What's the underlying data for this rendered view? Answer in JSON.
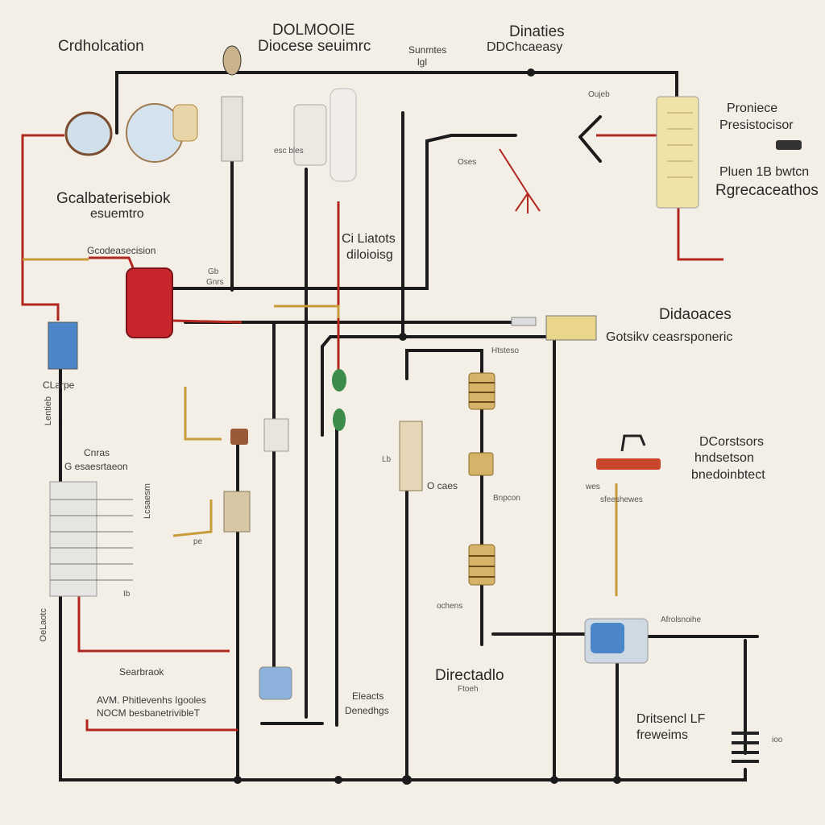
{
  "labels": {
    "top_left": "Crdholcation",
    "top_center_1": "DOLMOOIE",
    "top_center_2": "Diocese seuimrc",
    "top_small": "Sunmtes",
    "top_small_2": "lgl",
    "top_right_1": "Dinaties",
    "top_right_2": "DDChcaeasy",
    "right_1a": "Proniece",
    "right_1b": "Presistocisor",
    "right_2a": "Pluen 1B bwtcn",
    "right_2b": "Rgrecaceathos",
    "upper_left_a": "Gcalbaterisebiok",
    "upper_left_b": "esuemtro",
    "left_red": "Gcodeasecision",
    "small_gb": "Gb",
    "small_gb2": "Gnrs",
    "mid_a": "Ci Liatots",
    "mid_b": "diloioisg",
    "small_cage": "Oujeb",
    "small_esc": "esc bles",
    "small_oses": "Oses",
    "diodes_title": "Didaoaces",
    "diodes_sub": "Gotsikv ceasrsponeric",
    "left_cl": "CLarpe",
    "cans_a": "Cnras",
    "cans_b": "G esaesrtaeon",
    "vert_left": "Lentieb",
    "vert_left2": "Lcsaesm",
    "vert_bottom": "OeLaotc",
    "small_hrto": "Htsteso",
    "small_lb": "Lb",
    "small_ocaes": "O caes",
    "small_bnpon": "Bnpcon",
    "small_wes": "wes",
    "small_seesh": "sfeeshewes",
    "right_mid_a": "DCorstsors",
    "right_mid_b": "hndsetson",
    "right_mid_c": "bnedoinbtect",
    "small_ochns": "ochens",
    "small_afro": "Afrolsnoihe",
    "bottom_sear": "Searbraok",
    "bottom_avm_a": "AVM. Phitlevenhs Igooles",
    "bottom_avm_b": "NOCM besbanetrivibleT",
    "bottom_elact_a": "Eleacts",
    "bottom_elact_b": "Denedhgs",
    "bottom_dir_a": "Directadlo",
    "bottom_dir_b": "Ftoeh",
    "bottom_right_a": "Dritsencl LF",
    "bottom_right_b": "freweims",
    "small_ioo": "ioo",
    "small_pe": "pe",
    "small_ib": "Ib"
  },
  "colors": {
    "wire_black": "#1b1b1b",
    "wire_red": "#b3261e",
    "wire_gold": "#c79a3a",
    "red_box": "#c8262c",
    "blue_cap": "#4a86c8",
    "yellow_panel": "#f0e3a8",
    "green_led": "#3c8c4c"
  }
}
